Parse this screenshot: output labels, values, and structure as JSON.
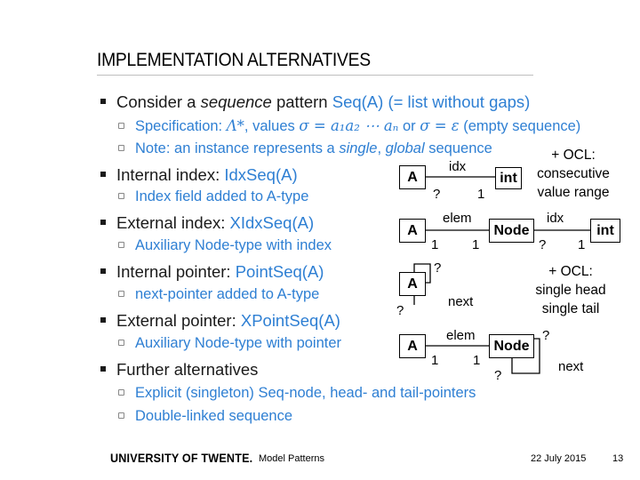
{
  "title": "IMPLEMENTATION ALTERNATIVES",
  "bullets": {
    "b1_pre": "Consider a ",
    "b1_it": "sequence",
    "b1_mid": " pattern ",
    "b1_blue": "Seq(A) (= list without gaps)",
    "s1_a": "Specification: ",
    "s1_lambda": "Λ*",
    "s1_b": ", values ",
    "s1_f1": "σ = a₁a₂ ⋯ aₙ",
    "s1_or": " or ",
    "s1_f2": "σ = ε",
    "s1_c": " (empty sequence)",
    "s2_a": "Note: an instance represents a ",
    "s2_it1": "single",
    "s2_b": ", ",
    "s2_it2": "global",
    "s2_c": " sequence",
    "b2_pre": "Internal index: ",
    "b2_blue": "IdxSeq(A)",
    "s3": "Index field added to A-type",
    "b3_pre": "External index: ",
    "b3_blue": "XIdxSeq(A)",
    "s4": "Auxiliary Node-type with index",
    "b4_pre": "Internal pointer: ",
    "b4_blue": "PointSeq(A)",
    "s5": "next-pointer added to A-type",
    "b5_pre": "External pointer: ",
    "b5_blue": "XPointSeq(A)",
    "s6": "Auxiliary Node-type with pointer",
    "b6": "Further alternatives",
    "s7": "Explicit (singleton) Seq-node, head- and tail-pointers",
    "s8": "Double-linked sequence"
  },
  "diagrams": {
    "d1": {
      "a": "A",
      "int": "int",
      "idx": "idx",
      "q": "?",
      "one": "1",
      "ocl1": "+ OCL:",
      "ocl2": "consecutive",
      "ocl3": "value range"
    },
    "d2": {
      "a": "A",
      "node": "Node",
      "int": "int",
      "elem": "elem",
      "idx": "idx",
      "one_a": "1",
      "one_b": "1",
      "q": "?",
      "one_c": "1"
    },
    "d3": {
      "a": "A",
      "q_top": "?",
      "q_left": "?",
      "next": "next",
      "ocl1": "+ OCL:",
      "ocl2": "single head",
      "ocl3": "single tail"
    },
    "d4": {
      "a": "A",
      "node": "Node",
      "elem": "elem",
      "one_a": "1",
      "one_b": "1",
      "q_bottom": "?",
      "q_right": "?",
      "next": "next"
    }
  },
  "footer": {
    "logo": "UNIVERSITY OF TWENTE.",
    "course": "Model Patterns",
    "date": "22 July 2015",
    "page": "13"
  },
  "colors": {
    "accent": "#2e7fd3",
    "text": "#1a1a1a"
  }
}
